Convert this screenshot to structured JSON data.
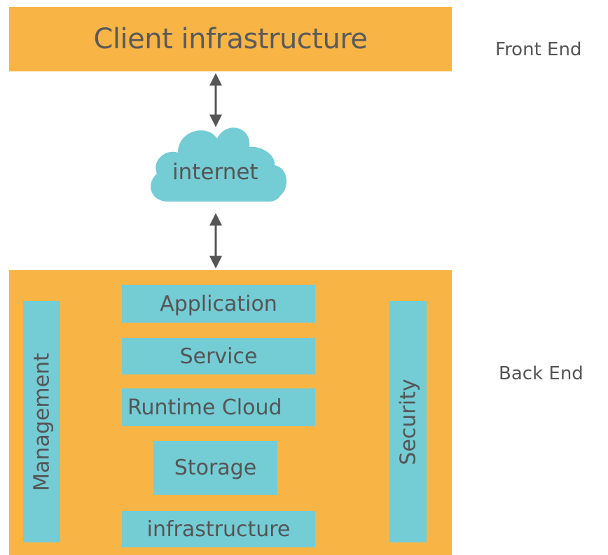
{
  "front_end": {
    "box_title": "Client infrastructure",
    "side_label": "Front End"
  },
  "network": {
    "cloud_label": "internet"
  },
  "back_end": {
    "side_label": "Back End",
    "left_bar_label": "Management",
    "right_bar_label": "Security",
    "layers": [
      "Application",
      "Service",
      "Runtime Cloud",
      "Storage",
      "infrastructure"
    ]
  },
  "colors": {
    "container_fill": "#f8b546",
    "component_fill": "#74ccd5",
    "text": "#555555",
    "arrow": "#555555"
  }
}
